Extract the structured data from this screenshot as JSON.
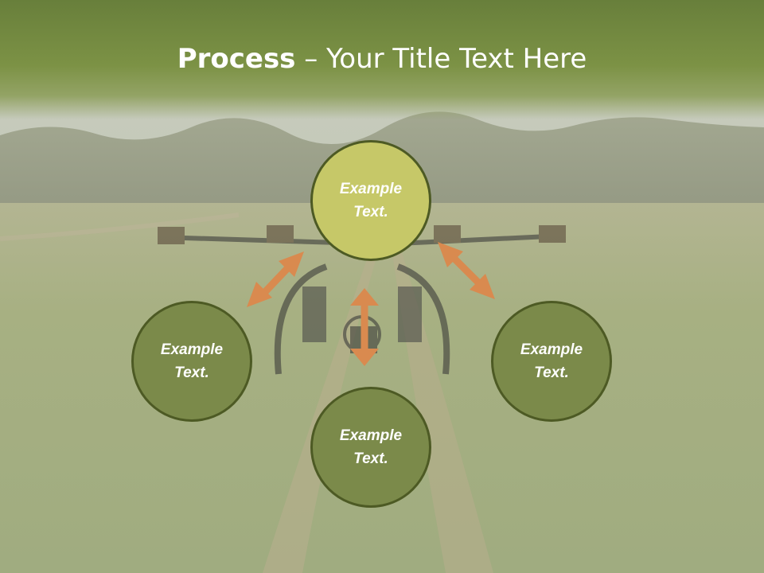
{
  "title": {
    "bold": "Process",
    "rest": " – Your Title Text Here"
  },
  "nodes": {
    "top": {
      "line1": "Example",
      "line2": "Text."
    },
    "left": {
      "line1": "Example",
      "line2": "Text."
    },
    "right": {
      "line1": "Example",
      "line2": "Text."
    },
    "bottom": {
      "line1": "Example",
      "line2": "Text."
    }
  },
  "colors": {
    "title_band": "#6c8340",
    "center_circle": "#c6c868",
    "outer_circle": "#7b8a4a",
    "circle_border": "#4d5a24",
    "arrow": "#d98a4f"
  }
}
